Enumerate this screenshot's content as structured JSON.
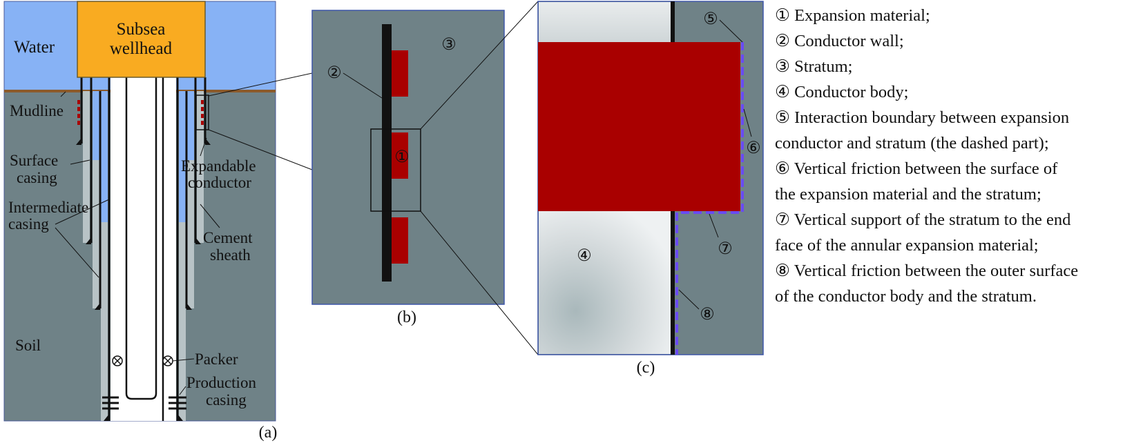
{
  "colors": {
    "water": "#87b2f5",
    "soil": "#6f8287",
    "wellhead": "#f9ab21",
    "expansion_material": "#a90000",
    "dashed_boundary": "#6a4bf2",
    "conductor_body": "#dde2e4",
    "mudline": "#8b5a2b",
    "cement_sheath": "#b8c3c6"
  },
  "panel_a": {
    "caption": "(a)",
    "wellhead_line1": "Subsea",
    "wellhead_line2": "wellhead",
    "water": "Water",
    "mudline": "Mudline",
    "surface_casing_1": "Surface",
    "surface_casing_2": "casing",
    "intermediate_casing_1": "Intermediate",
    "intermediate_casing_2": "casing",
    "expandable_conductor_1": "Expandable",
    "expandable_conductor_2": "conductor",
    "cement_sheath_1": "Cement",
    "cement_sheath_2": "sheath",
    "soil": "Soil",
    "packer": "Packer",
    "production_casing_1": "Production",
    "production_casing_2": "casing"
  },
  "panel_b": {
    "caption": "(b)",
    "mark_1": "①",
    "mark_2": "②",
    "mark_3": "③"
  },
  "panel_c": {
    "caption": "(c)",
    "mark_4": "④",
    "mark_5": "⑤",
    "mark_6": "⑥",
    "mark_7": "⑦",
    "mark_8": "⑧"
  },
  "legend": [
    "① Expansion material;",
    "② Conductor wall;",
    "③ Stratum;",
    "④ Conductor body;",
    "⑤ Interaction boundary between expansion",
    "conductor and stratum (the dashed part);",
    "⑥ Vertical friction between the surface of",
    "the expansion material and the stratum;",
    "⑦ Vertical support of the stratum to the end",
    "face of the annular expansion material;",
    "⑧ Vertical friction between the outer surface",
    "of the conductor body and the stratum."
  ]
}
